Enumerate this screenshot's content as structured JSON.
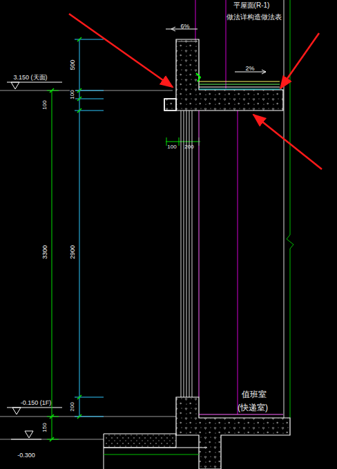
{
  "diagram": {
    "labels": [
      "平屋面(R-1)",
      "做法详构造做法表",
      "6%",
      "2%",
      "3.150 (天面)",
      "500",
      "100",
      "100",
      "100",
      "200",
      "3300",
      "2900",
      "200",
      "-0.150 (1F)",
      "150",
      "-0.300",
      "值班室",
      "(快递室)"
    ]
  }
}
